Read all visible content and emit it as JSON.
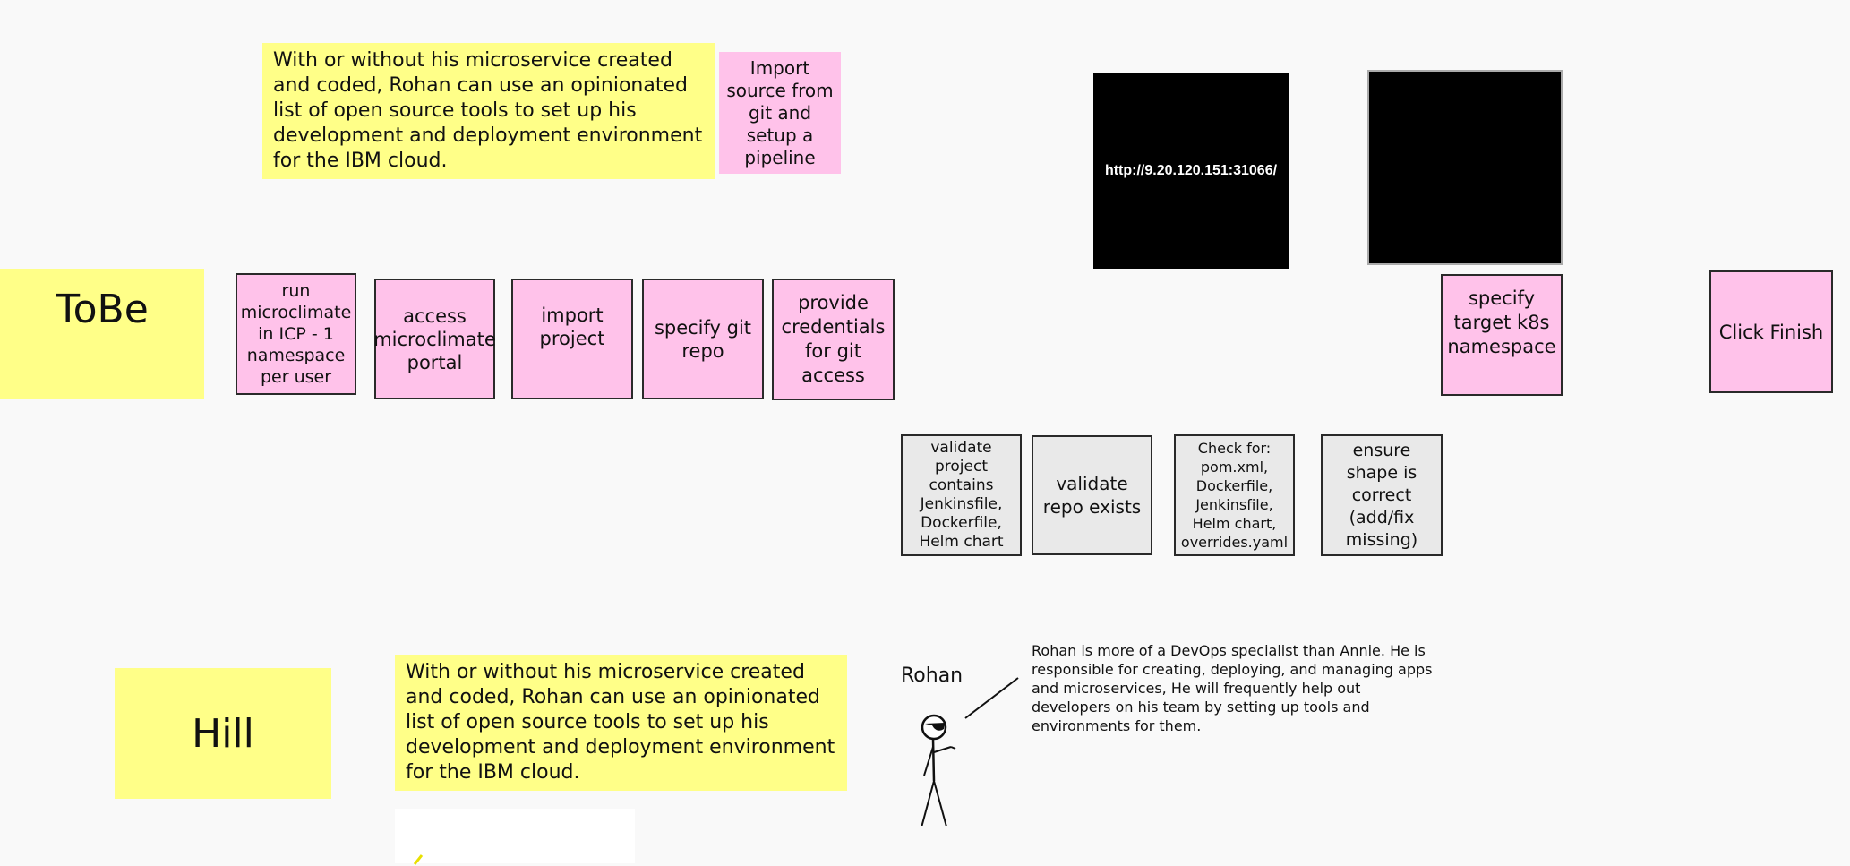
{
  "intro_note_top": "With or without his microservice created and coded, Rohan can use an opinionated list of open source tools to set up his development and deployment environment for the IBM cloud.",
  "intro_note_bottom": "With or without his microservice created and coded, Rohan can use an opinionated list of open source tools to set up his development and deployment environment for the IBM cloud.",
  "import_note": "Import source from git and setup a pipeline",
  "tobe_label": "ToBe",
  "hill_label": "Hill",
  "screenshot_link": "http://9.20.120.151:31066/",
  "steps": {
    "run": "run microclimate in ICP - 1 namespace per user",
    "access": "access microclimate portal",
    "import": "import project",
    "specify_git": "specify git repo",
    "credentials": "provide credentials for git access",
    "namespace": "specify target k8s namespace",
    "finish": "Click Finish"
  },
  "checks": {
    "validate_project": "validate project contains Jenkinsfile, Dockerfile, Helm chart",
    "validate_repo": "validate repo exists",
    "check_for": "Check for: pom.xml, Dockerfile, Jenkinsfile, Helm chart, overrides.yaml",
    "ensure_shape": "ensure shape is correct (add/fix missing)"
  },
  "persona": {
    "name": "Rohan",
    "description": "Rohan is more of a DevOps specialist than Annie.  He is responsible for creating, deploying, and managing apps and microservices, He will frequently help out developers on his team by setting up tools and environments for them."
  },
  "colors": {
    "yellow_note": "#ffff88",
    "pink_note": "#ffc2ea",
    "grey_note": "#e9e9e9",
    "canvas": "#f9f9f9"
  }
}
